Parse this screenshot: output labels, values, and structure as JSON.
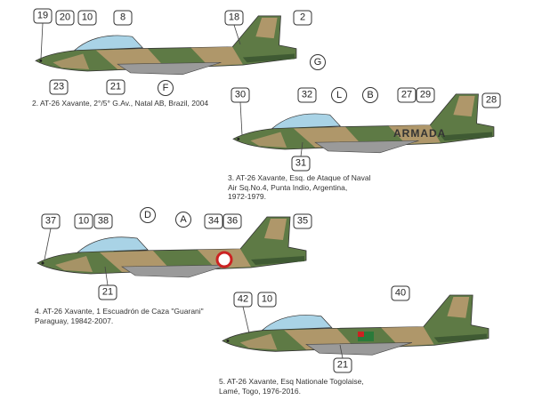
{
  "profiles": [
    {
      "caption": [
        "2. AT-26 Xavante, 2°/5° G.Av., Natal AB, Brazil, 2004"
      ],
      "callouts": [
        "19",
        "20",
        "10",
        "8",
        "18",
        "2",
        "G",
        "23",
        "21",
        "F"
      ]
    },
    {
      "caption": [
        "3. AT-26 Xavante, Esq. de Ataque of Naval",
        "Air Sq.No.4, Punta Indio, Argentina,",
        "1972-1979."
      ],
      "marking": "ARMADA",
      "callouts": [
        "30",
        "32",
        "L",
        "B",
        "27",
        "29",
        "28",
        "31"
      ]
    },
    {
      "caption": [
        "4. AT-26 Xavante, 1 Escuadrón de Caza \"Guarani\"",
        "Paraguay, 19842-2007."
      ],
      "callouts": [
        "37",
        "10",
        "38",
        "D",
        "A",
        "34",
        "36",
        "35",
        "21"
      ]
    },
    {
      "caption": [
        "5. AT-26 Xavante, Esq Nationale Togolaise,",
        "Lamé, Togo, 1976-2016."
      ],
      "callouts": [
        "42",
        "10",
        "40",
        "21"
      ]
    }
  ],
  "colors": {
    "green": "#5e7a45",
    "tan": "#b89a6e",
    "dark_green": "#3f5a33",
    "canopy": "#a9d3e6",
    "grey": "#9a9a9a"
  }
}
